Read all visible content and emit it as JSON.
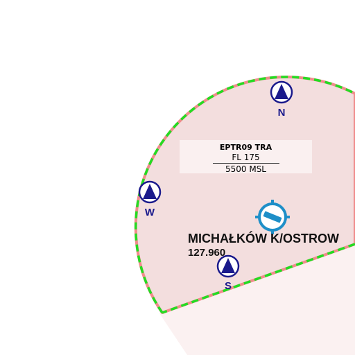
{
  "zone": {
    "name": "EPTR09 TRA",
    "upper_limit": "FL 175",
    "lower_limit": "5500 MSL",
    "fill_color": "#f3dede",
    "border_color": "#f08c8c",
    "dash_color": "#22dd22"
  },
  "airport": {
    "name": "MICHAŁKÓW K/OSTROW",
    "frequency": "127.960",
    "icon": "airfield-icon",
    "icon_color": "#1e8fc8"
  },
  "reporting_points": [
    {
      "id": "n",
      "label": "N"
    },
    {
      "id": "w",
      "label": "W"
    },
    {
      "id": "s",
      "label": "S"
    }
  ],
  "reporting_point_color": "#1a1a8c",
  "reporting_point_icon": "reporting-point-icon"
}
